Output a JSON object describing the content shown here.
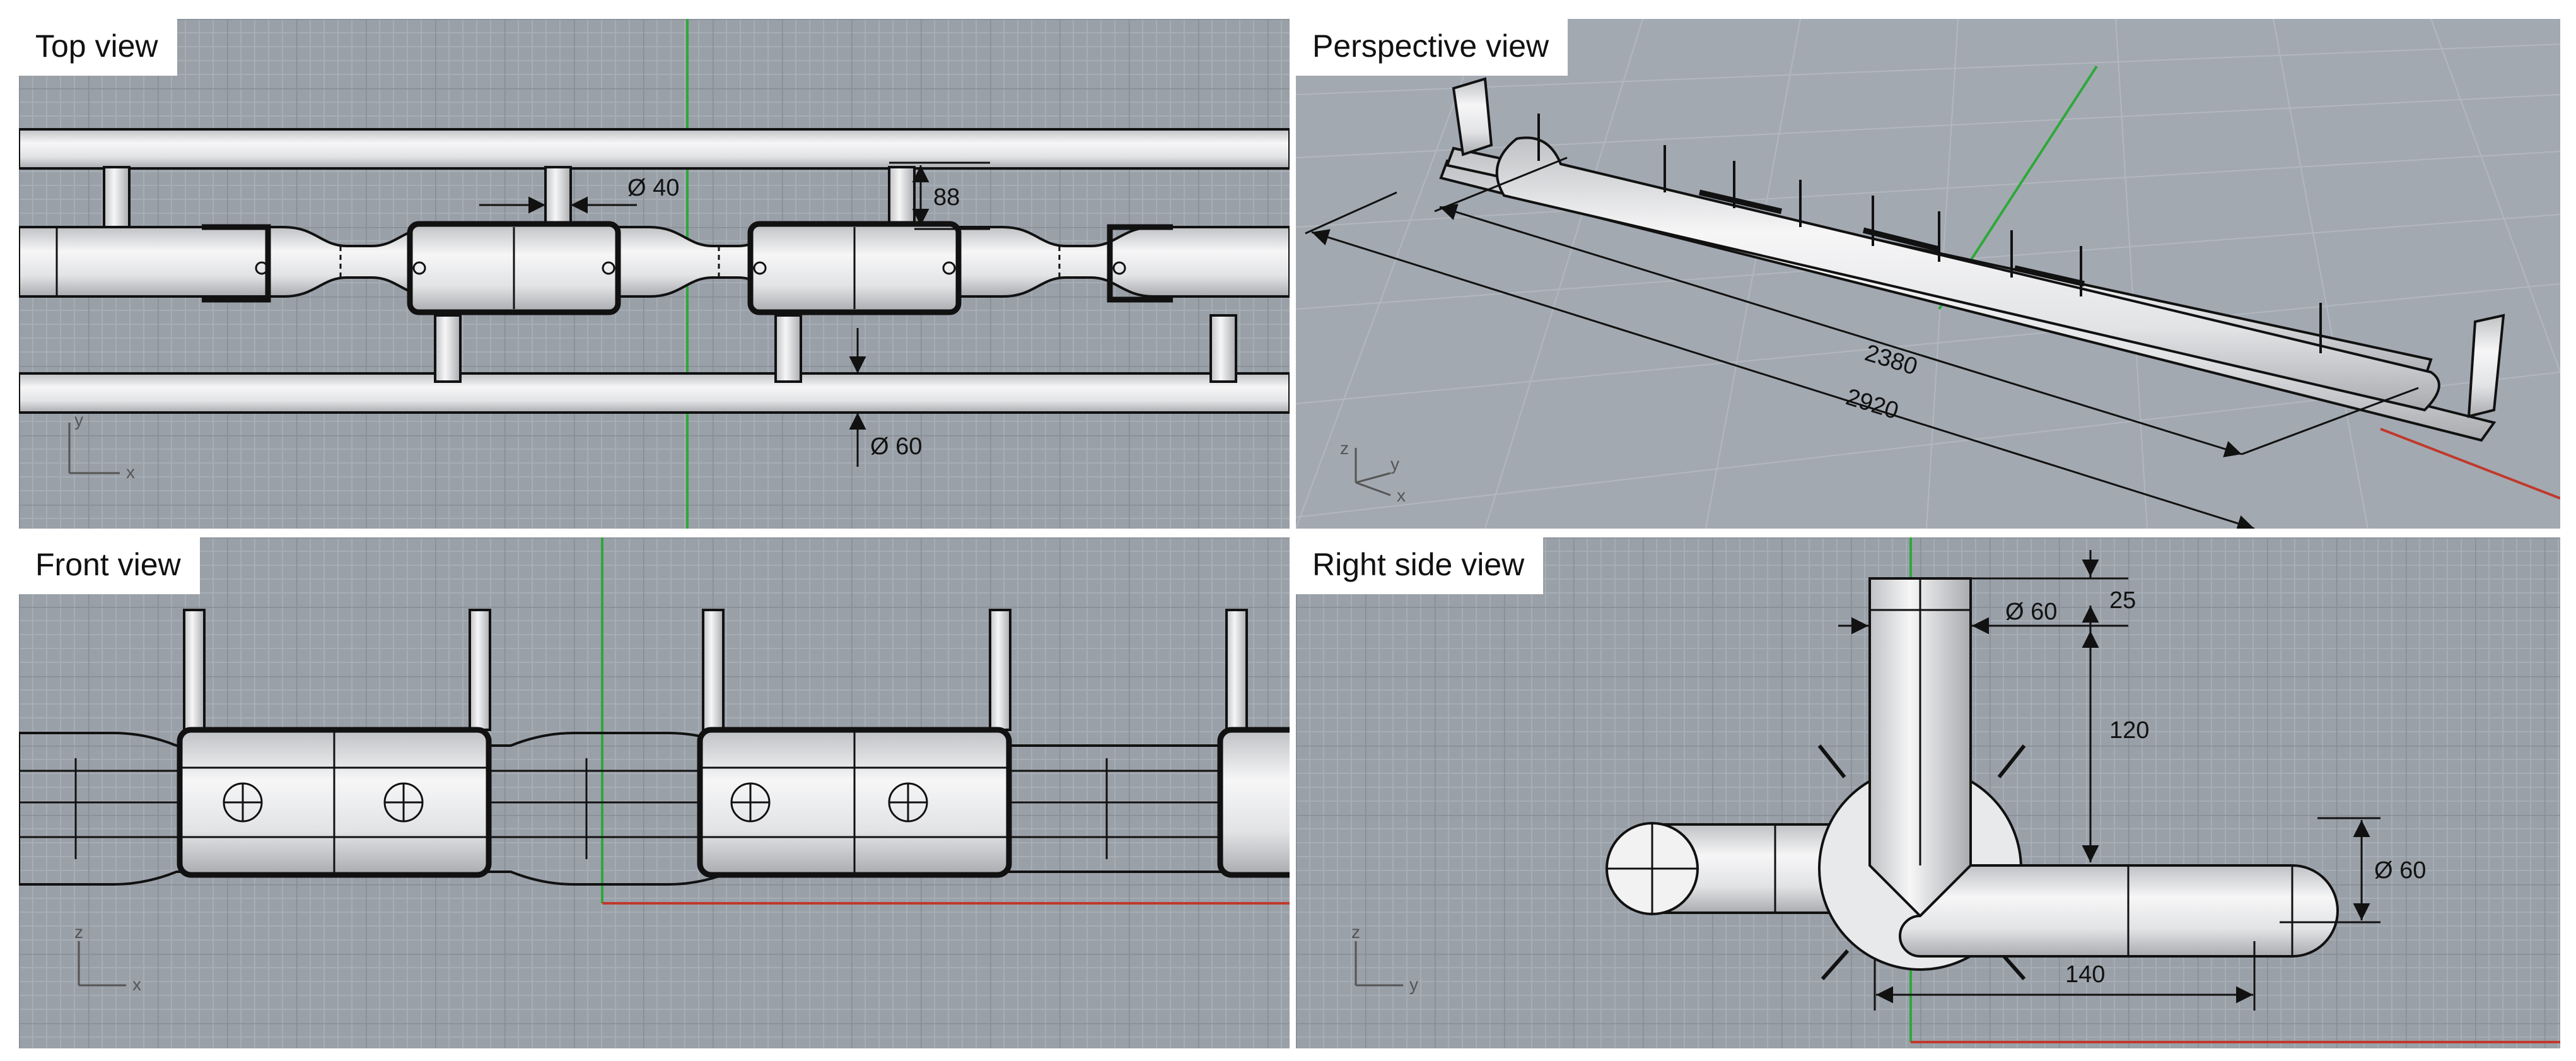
{
  "colors": {
    "viewport_bg": "#9aa0a8",
    "grid_minor": "#a7adb5",
    "grid_major": "#8a9098",
    "axis_green": "#2ea83a",
    "axis_red": "#c0392b",
    "pipe_fill": "#e6e7e9",
    "outline": "#111111"
  },
  "viewports": {
    "top": {
      "title": "Top view",
      "axes": {
        "v": "y",
        "h": "x"
      },
      "dims": {
        "stub_dia": "Ø 40",
        "stub_len": "88",
        "rail_dia": "Ø 60"
      }
    },
    "perspective": {
      "title": "Perspective view",
      "axes": {
        "z": "z",
        "y": "y",
        "x": "x"
      },
      "dims": {
        "inner_len": "2380",
        "outer_len": "2920"
      }
    },
    "front": {
      "title": "Front view",
      "axes": {
        "v": "z",
        "h": "x"
      }
    },
    "right": {
      "title": "Right side view",
      "axes": {
        "v": "z",
        "h": "y"
      },
      "dims": {
        "top_dia": "Ø 60",
        "top_cap": "25",
        "height": "120",
        "side_dia": "Ø 60",
        "width": "140"
      }
    }
  }
}
